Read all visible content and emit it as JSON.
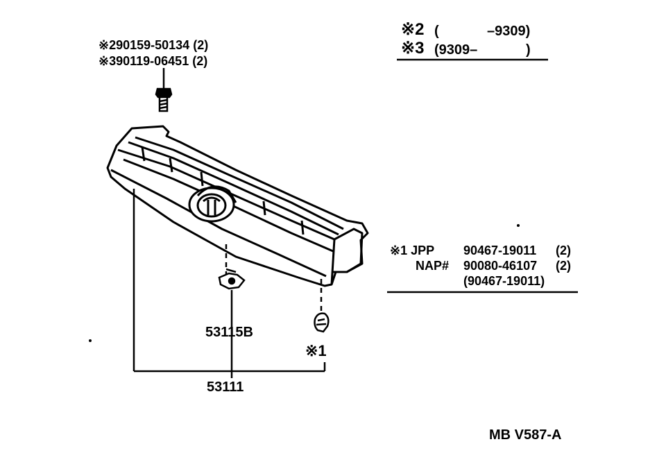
{
  "top_left_callout": {
    "line1": "※290159-50134 (2)",
    "line2": "※390119-06451 (2)"
  },
  "top_right_legend": {
    "row2_mark": "※2",
    "row2_paren_open": "(",
    "row2_range": "–9309)",
    "row3_mark": "※3",
    "row3_range": "(9309–",
    "row3_paren_close": ")"
  },
  "right_table": {
    "row1_mark": "※1 JPP",
    "row1_part": "90467-19011",
    "row1_qty": "(2)",
    "row2_label": "NAP#",
    "row2_part": "90080-46107",
    "row2_qty": "(2)",
    "row3_alt": "(90467-19011)"
  },
  "part_labels": {
    "bracket": "53115B",
    "grille": "53111",
    "clip_ref": "※1"
  },
  "footer_code": "MB V587-A"
}
